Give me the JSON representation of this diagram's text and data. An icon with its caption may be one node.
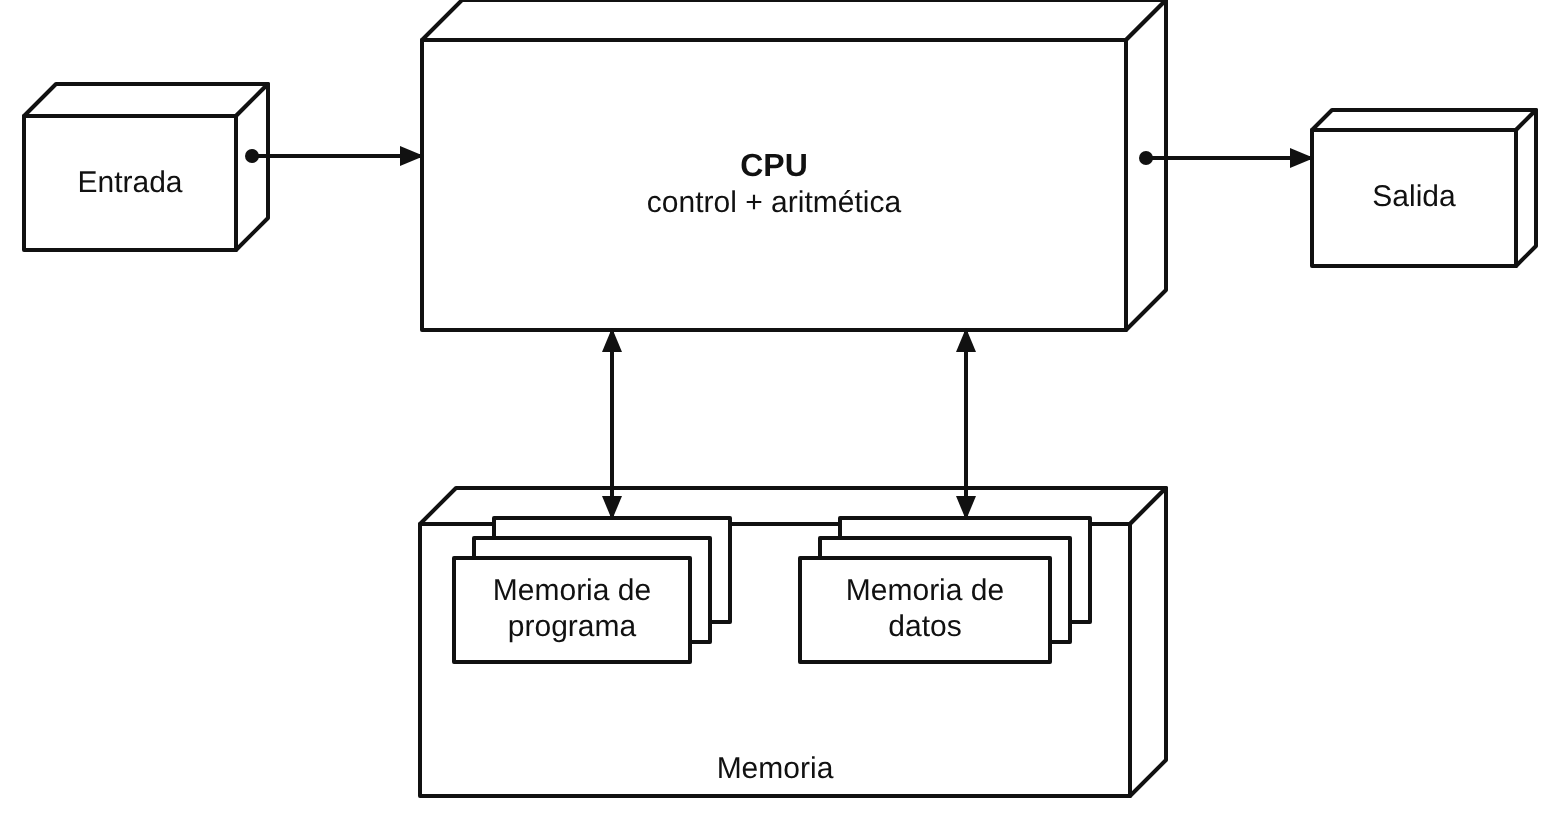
{
  "diagram": {
    "nodes": [
      {
        "text": [
          "Entrada"
        ]
      },
      {
        "text": [
          "CPU",
          "control + aritmética"
        ]
      },
      {
        "text": [
          "Salida"
        ]
      },
      {
        "text": [
          "Memoria"
        ]
      },
      {
        "text": [
          "Memoria de programa"
        ],
        "in": 3
      },
      {
        "text": [
          "Memoria de datos"
        ],
        "in": 3
      }
    ],
    "edges": [
      {
        "from": 0,
        "to": 1,
        "arrow": "to"
      },
      {
        "from": 1,
        "to": 2,
        "arrow": "to"
      },
      {
        "from": 1,
        "to": 4,
        "arrow": "both"
      },
      {
        "from": 1,
        "to": 5,
        "arrow": "both"
      }
    ]
  }
}
